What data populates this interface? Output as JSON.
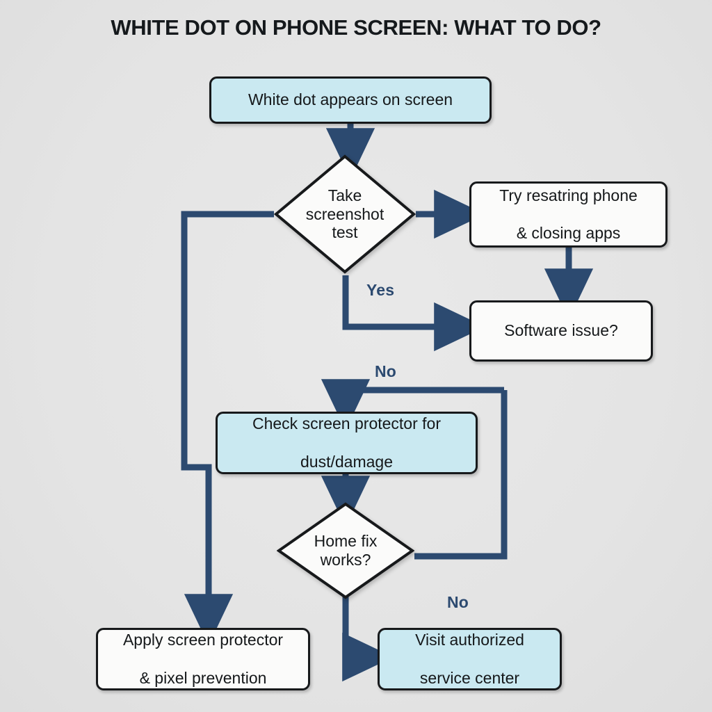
{
  "title": "WHITE DOT ON PHONE SCREEN: WHAT TO DO?",
  "colors": {
    "background": "#e6e6e6",
    "node_fill_blue": "#cae9f1",
    "node_fill_white": "#fbfbfa",
    "node_border": "#17191b",
    "connector": "#2c4a70",
    "label_text": "#2c4a70",
    "title_text": "#15191c"
  },
  "nodes": {
    "start": {
      "label": "White dot appears on screen",
      "shape": "rounded-rect",
      "fill": "blue"
    },
    "screenshot_test": {
      "label_line1": "Take",
      "label_line2": "screenshot",
      "label_line3": "test",
      "shape": "diamond",
      "fill": "white"
    },
    "restart_phone": {
      "label_line1": "Try resatring phone",
      "label_line2": "& closing apps",
      "shape": "rounded-rect",
      "fill": "white"
    },
    "software_issue": {
      "label": "Software issue?",
      "shape": "rounded-rect",
      "fill": "white"
    },
    "check_protector": {
      "label_line1": "Check screen protector for",
      "label_line2": "dust/damage",
      "shape": "rounded-rect",
      "fill": "blue"
    },
    "home_fix": {
      "label_line1": "Home fix",
      "label_line2": "works?",
      "shape": "diamond",
      "fill": "white"
    },
    "apply_protector": {
      "label_line1": "Apply screen protector",
      "label_line2": "& pixel prevention",
      "shape": "rounded-rect",
      "fill": "white"
    },
    "service_center": {
      "label_line1": "Visit authorized",
      "label_line2": "service center",
      "shape": "rounded-rect",
      "fill": "blue"
    }
  },
  "edge_labels": {
    "yes_screenshot": "Yes",
    "no_software": "No",
    "no_home_fix": "No"
  }
}
